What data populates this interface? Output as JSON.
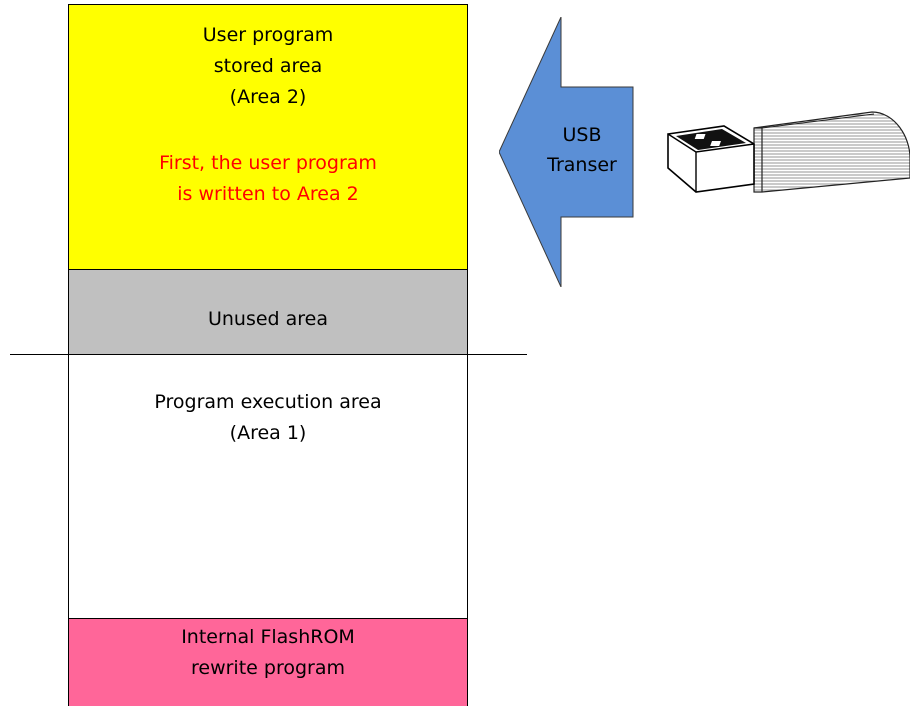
{
  "colors": {
    "area2_fill": "#ffff00",
    "unused_fill": "#c0c0c0",
    "area1_fill": "#ffffff",
    "flashrom_fill": "#ff6699",
    "arrow_fill": "#5b8fd6",
    "note_text": "#ff0000"
  },
  "area2": {
    "line1": "User program",
    "line2": "stored area",
    "line3": "(Area 2)",
    "note_line1": "First, the user program",
    "note_line2": "is written to Area 2"
  },
  "unused": {
    "label": "Unused area"
  },
  "area1": {
    "line1": "Program execution area",
    "line2": "(Area 1)"
  },
  "flashrom": {
    "line1": "Internal FlashROM",
    "line2": "rewrite program"
  },
  "transfer_arrow": {
    "line1": "USB",
    "line2": "Transer"
  },
  "icons": {
    "usb_drive": "usb-drive-icon",
    "arrow": "left-arrow-icon"
  }
}
